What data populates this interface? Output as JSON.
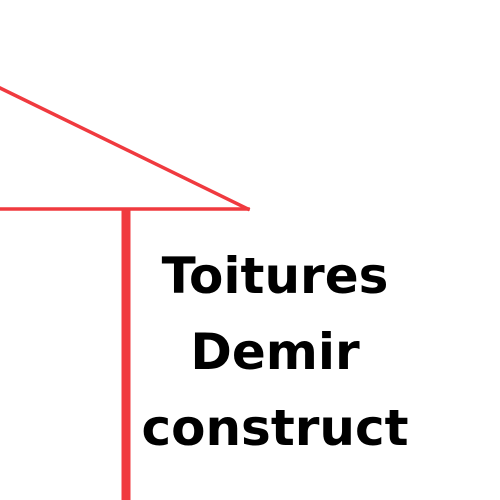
{
  "logo": {
    "name_lines": [
      "Toitures",
      "Demir",
      "construct"
    ],
    "colors": {
      "accent": "#f03a3f",
      "text": "#000000",
      "background": "#ffffff"
    },
    "icon": "house-roof-icon"
  }
}
